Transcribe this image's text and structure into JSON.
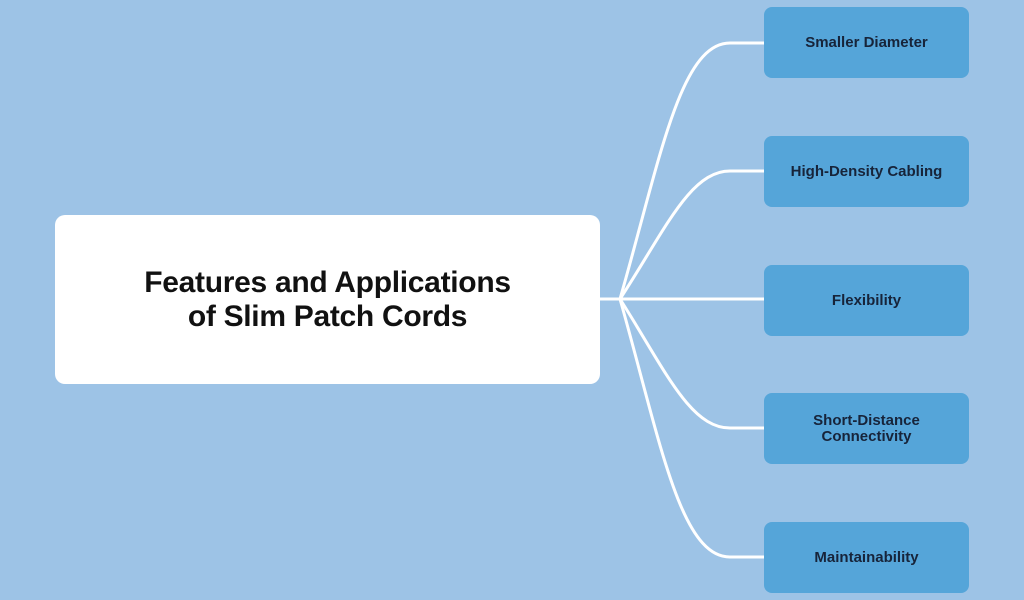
{
  "diagram": {
    "title_lines": [
      "Features and Applications",
      "of Slim Patch Cords"
    ],
    "branches": [
      {
        "label": "Smaller Diameter"
      },
      {
        "label": "High-Density Cabling"
      },
      {
        "label": "Flexibility"
      },
      {
        "label": "Short-Distance\nConnectivity"
      },
      {
        "label": "Maintainability"
      }
    ]
  },
  "colors": {
    "background": "#9dc3e6",
    "central_node": "#ffffff",
    "branch_node": "#55a5d9",
    "connector": "#ffffff",
    "text": "#111111"
  }
}
